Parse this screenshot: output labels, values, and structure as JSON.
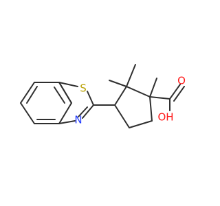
{
  "molecule": {
    "atom_labels": {
      "sulfur": "S",
      "nitrogen": "N",
      "carbonyl_oxygen": "O",
      "hydroxyl": "OH"
    },
    "colors": {
      "bond": "#2f2f2f",
      "sulfur": "#b8a000",
      "nitrogen": "#1f39ff",
      "oxygen": "#ff1a1a"
    }
  }
}
